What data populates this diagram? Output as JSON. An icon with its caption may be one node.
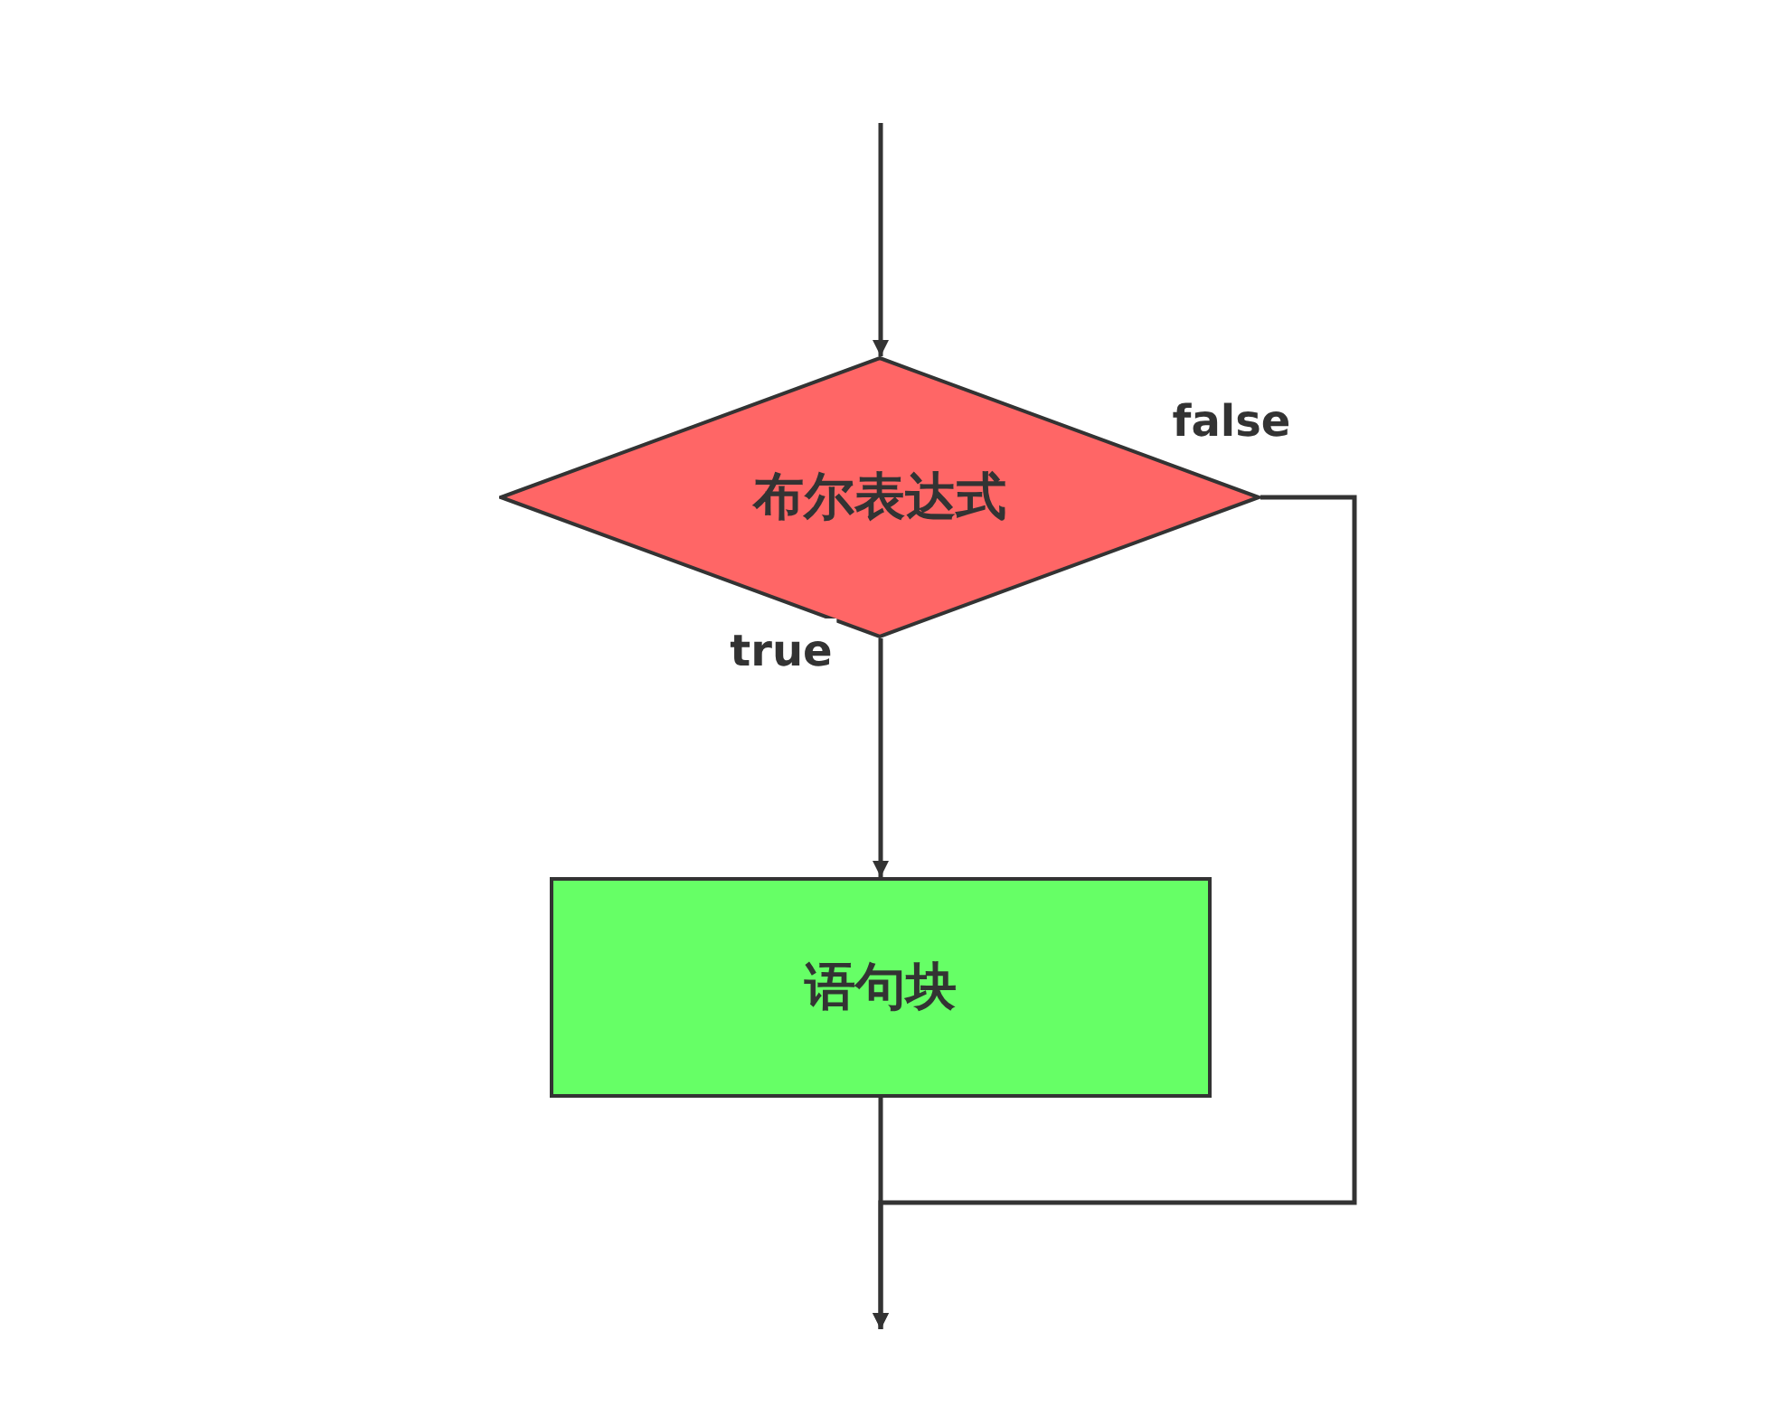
{
  "diagram": {
    "nodes": [
      {
        "text": [
          "布尔表达式"
        ]
      },
      {
        "text": [
          "语句块"
        ]
      }
    ],
    "edges": [
      {
        "from": null,
        "to": 0,
        "arrow": "to"
      },
      {
        "from": 0,
        "to": 1,
        "arrow": "to",
        "label": "true"
      },
      {
        "from": 1,
        "to": null,
        "arrow": "to"
      },
      {
        "from": 0,
        "to": null,
        "arrow": "to",
        "label": "false"
      }
    ]
  }
}
